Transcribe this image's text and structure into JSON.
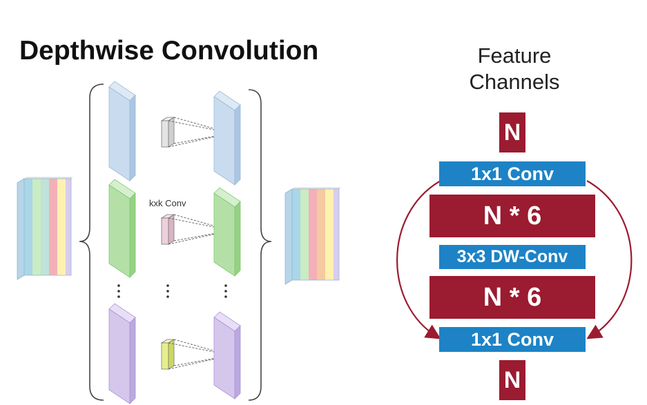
{
  "depthwise": {
    "title": "Depthwise Convolution",
    "kernel_label": "kxk Conv"
  },
  "feature_channels": {
    "title_line1": "Feature",
    "title_line2": "Channels",
    "blocks": [
      {
        "label": "N",
        "color": "#9b1b30"
      },
      {
        "label": "1x1 Conv",
        "color": "#1d83c6"
      },
      {
        "label": "N * 6",
        "color": "#9b1b30"
      },
      {
        "label": "3x3 DW-Conv",
        "color": "#1d83c6"
      },
      {
        "label": "N * 6",
        "color": "#9b1b30"
      },
      {
        "label": "1x1 Conv",
        "color": "#1d83c6"
      },
      {
        "label": "N",
        "color": "#9b1b30"
      }
    ]
  },
  "colors": {
    "channel_blue": "#c9dcef",
    "channel_green": "#b4e0a8",
    "channel_purple": "#d5c7ec",
    "stack_channels": [
      "#a9d6e8",
      "#c9ecc3",
      "#f4b0b8",
      "#fff1b0",
      "#f6c9a0",
      "#d9ccef"
    ],
    "arrow": "#9b1b30"
  }
}
